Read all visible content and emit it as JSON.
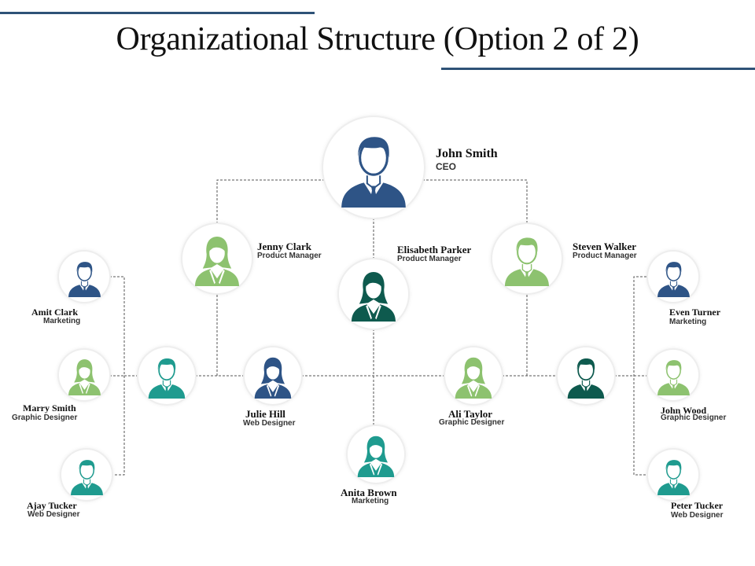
{
  "title": "Organizational Structure (Option 2 of 2)",
  "colors": {
    "navy": "#2e5486",
    "green": "#8dc26f",
    "teal": "#1f9b8f",
    "darkteal": "#0e5a4e",
    "rule": "#2e5277",
    "connector": "#555555"
  },
  "people": {
    "ceo": {
      "name": "John Smith",
      "role": "CEO",
      "gender": "male",
      "color": "navy"
    },
    "jenny": {
      "name": "Jenny Clark",
      "role": "Product Manager",
      "gender": "female",
      "color": "green"
    },
    "elisabeth": {
      "name": "Elisabeth Parker",
      "role": "Product Manager",
      "gender": "female",
      "color": "darkteal"
    },
    "steven": {
      "name": "Steven Walker",
      "role": "Product Manager",
      "gender": "male",
      "color": "green"
    },
    "left_lead": {
      "gender": "male",
      "color": "teal"
    },
    "julie": {
      "name": "Julie Hill",
      "role": "Web Designer",
      "gender": "female",
      "color": "navy"
    },
    "ali": {
      "name": "Ali Taylor",
      "role": "Graphic Designer",
      "gender": "female",
      "color": "green"
    },
    "right_lead": {
      "gender": "male",
      "color": "darkteal"
    },
    "anita": {
      "name": "Anita Brown",
      "role": "Marketing",
      "gender": "female",
      "color": "teal"
    },
    "amit": {
      "name": "Amit Clark",
      "role": "Marketing",
      "gender": "male",
      "color": "navy"
    },
    "marry": {
      "name": "Marry Smith",
      "role": "Graphic Designer",
      "gender": "female",
      "color": "green"
    },
    "ajay": {
      "name": "Ajay Tucker",
      "role": "Web Designer",
      "gender": "male",
      "color": "teal"
    },
    "even": {
      "name": "Even Turner",
      "role": "Marketing",
      "gender": "male",
      "color": "navy"
    },
    "johnwood": {
      "name": "John Wood",
      "role": "Graphic Designer",
      "gender": "male",
      "color": "green"
    },
    "peter": {
      "name": "Peter Tucker",
      "role": "Web Designer",
      "gender": "male",
      "color": "teal"
    }
  }
}
